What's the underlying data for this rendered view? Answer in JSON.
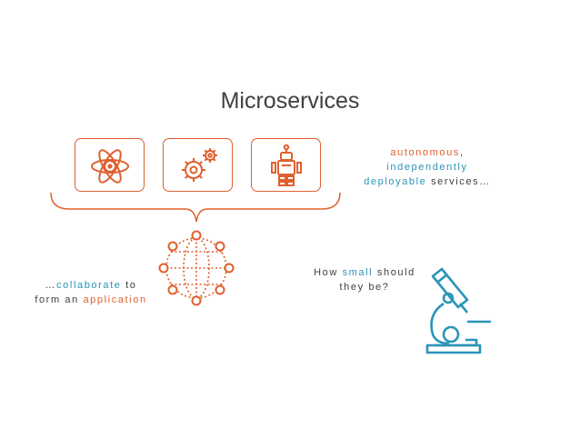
{
  "title": "Microservices",
  "colors": {
    "accent_orange": "#e0602e",
    "accent_teal": "#2b94b8",
    "text": "#404040"
  },
  "icons": [
    "atom-icon",
    "gears-icon",
    "robot-icon",
    "network-globe-icon",
    "microscope-icon"
  ],
  "top_right_caption": {
    "w1": "autonomous",
    "comma": ",",
    "w2": "independently",
    "w3": "deployable",
    "w4": "services…"
  },
  "bottom_left_caption": {
    "prefix": "…",
    "w1": "collaborate",
    "w2": "to",
    "w3": "form an",
    "w4": "application"
  },
  "bottom_right_caption": {
    "w1": "How",
    "w2": "small",
    "w3": "should",
    "w4": "they be?"
  }
}
